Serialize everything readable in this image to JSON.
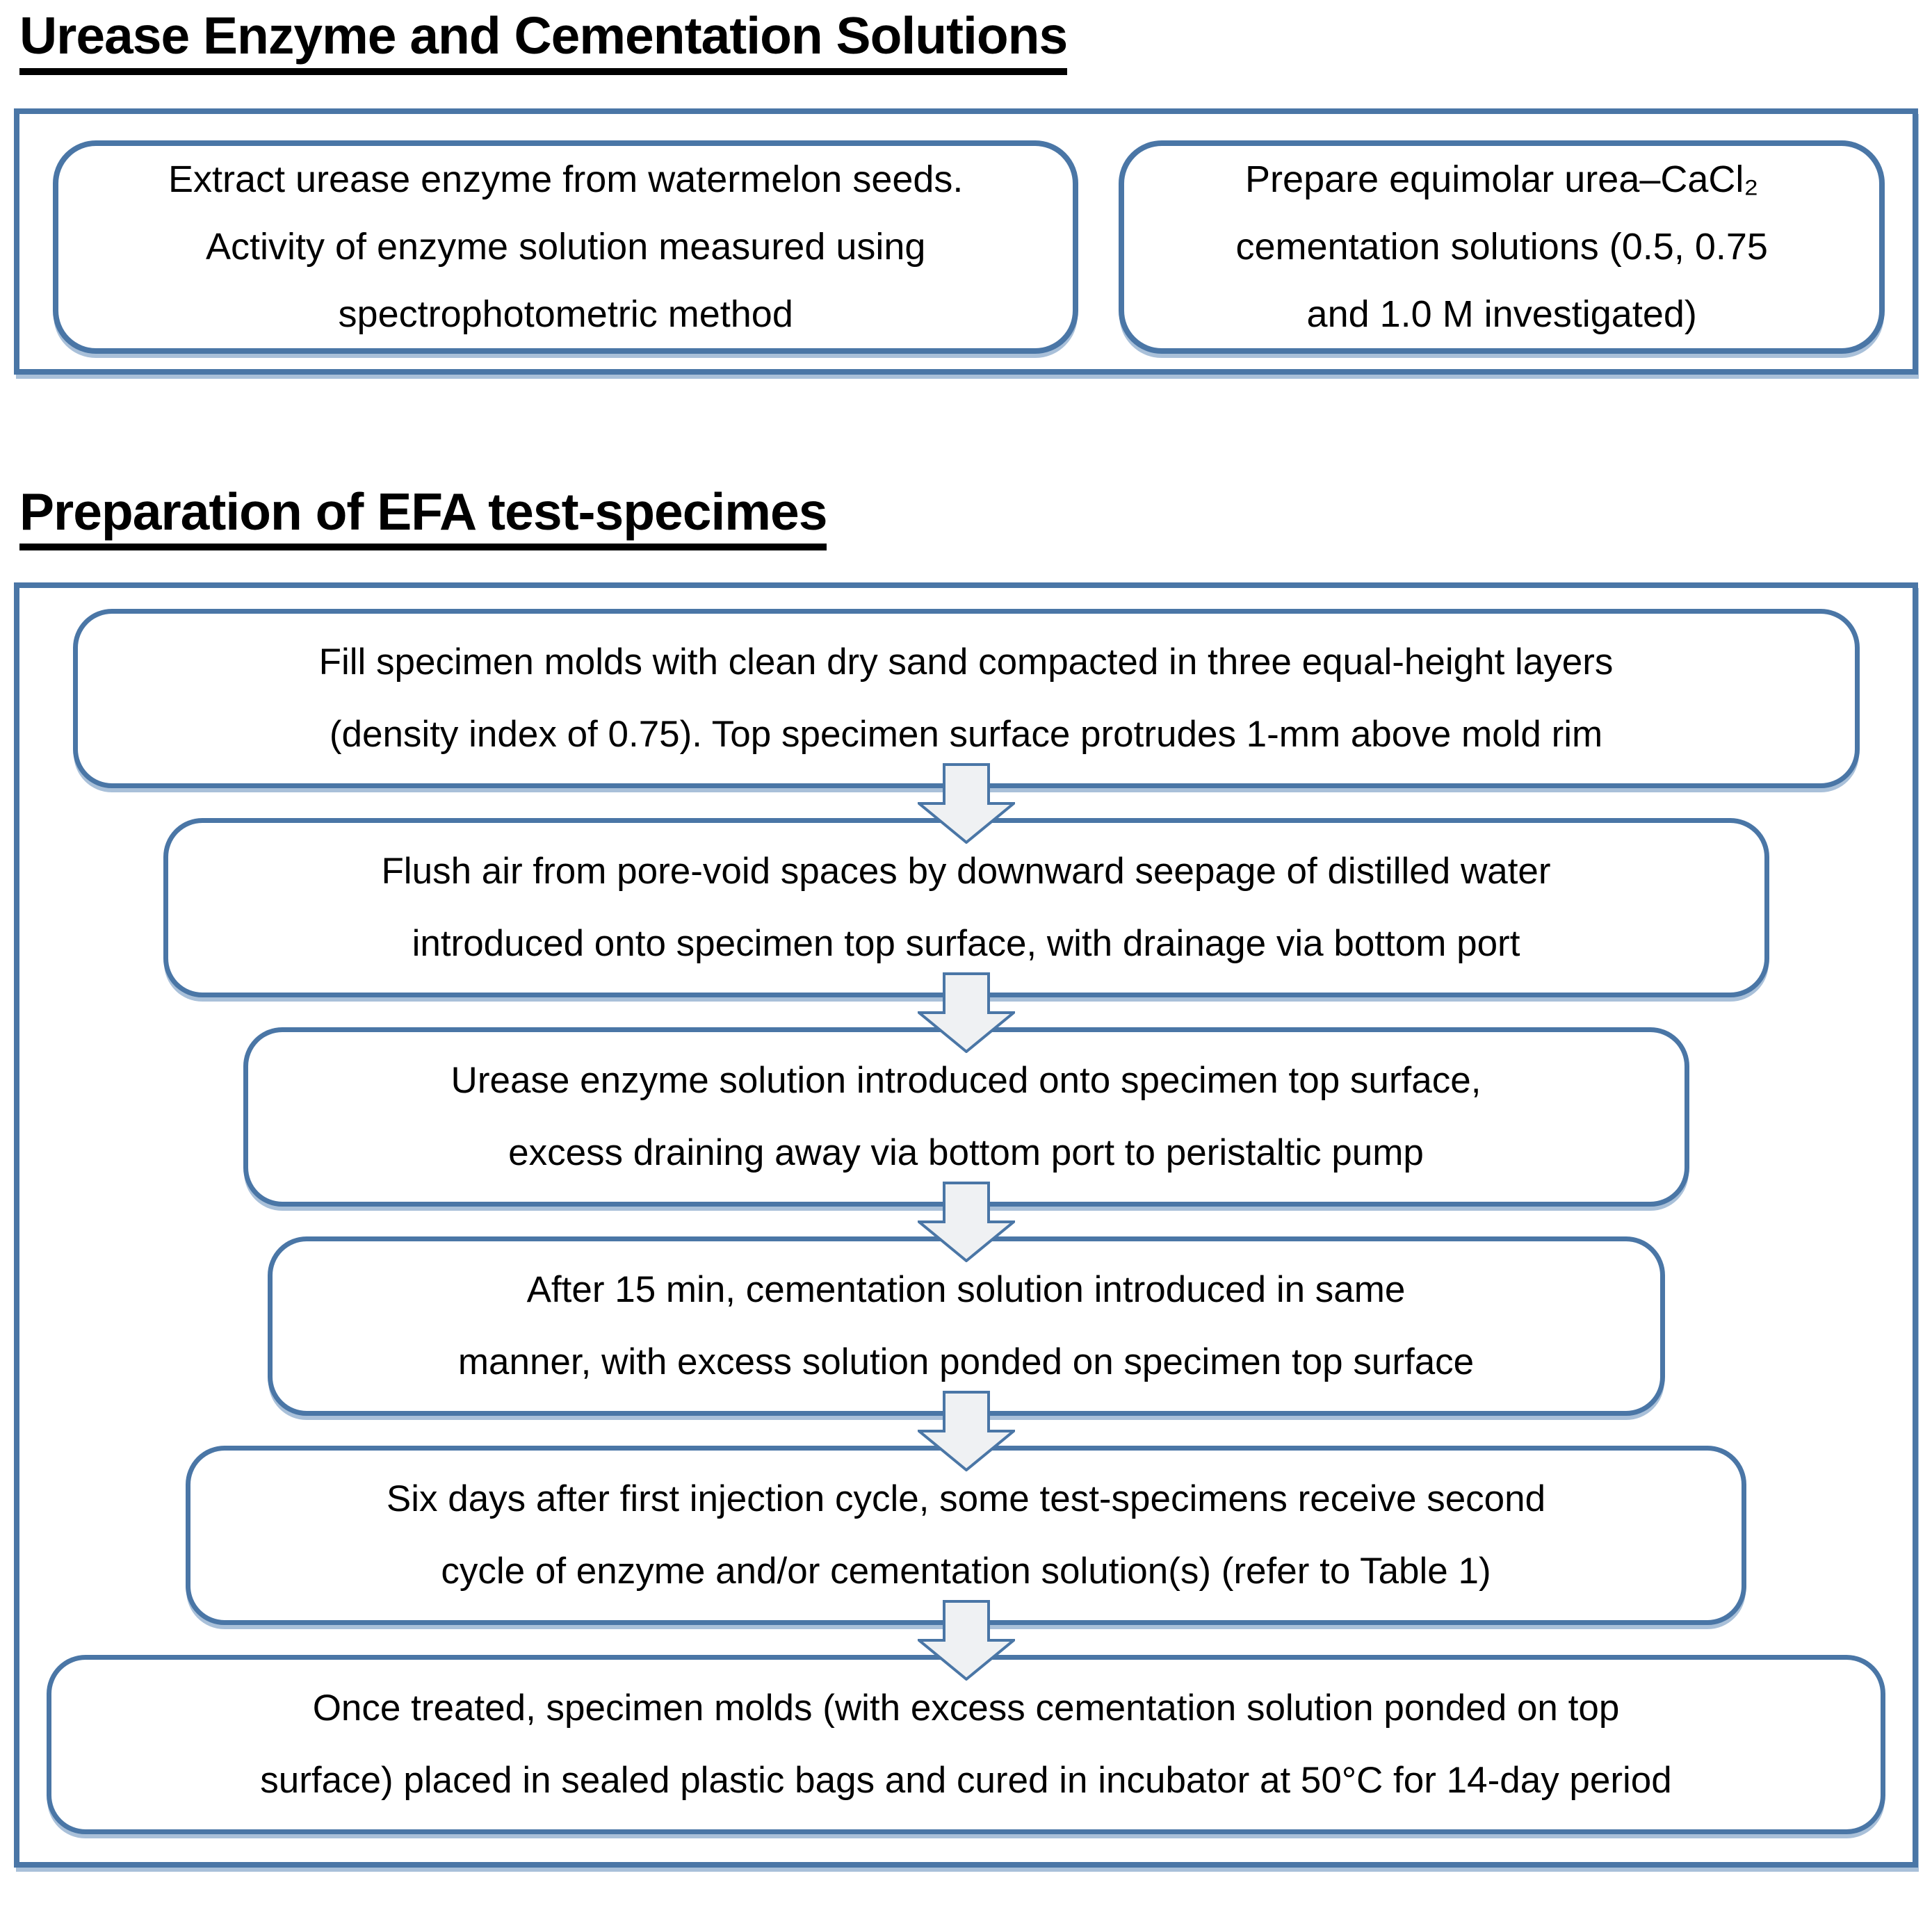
{
  "section1": {
    "title": "Urease Enzyme and Cementation Solutions",
    "boxes": [
      {
        "name": "enzyme-extraction",
        "lines": [
          "Extract urease enzyme from watermelon seeds.",
          "Activity of enzyme solution measured using",
          "spectrophotometric method"
        ]
      },
      {
        "name": "cementation-solutions",
        "lines": [
          "Prepare equimolar urea–CaCl₂",
          "cementation solutions (0.5, 0.75",
          "and 1.0 M investigated)"
        ]
      }
    ]
  },
  "section2": {
    "title": "Preparation of EFA test-specimes",
    "steps": [
      {
        "name": "fill-specimen-molds",
        "lines": [
          "Fill specimen molds with clean dry sand compacted in three equal-height layers",
          "(density index of 0.75). Top specimen surface protrudes 1-mm above mold rim"
        ]
      },
      {
        "name": "flush-air",
        "lines": [
          "Flush air from pore-void spaces by downward seepage of distilled water",
          "introduced onto specimen top surface, with drainage via bottom port"
        ]
      },
      {
        "name": "urease-enzyme-introduced",
        "lines": [
          "Urease enzyme solution introduced onto specimen top surface,",
          "excess draining away via bottom port to peristaltic pump"
        ]
      },
      {
        "name": "cementation-solution-introduced",
        "lines": [
          "After 15 min, cementation solution introduced in same",
          "manner, with excess solution ponded on specimen top surface"
        ]
      },
      {
        "name": "second-cycle",
        "lines": [
          "Six days after first injection cycle, some test-specimens receive second",
          "cycle of enzyme and/or cementation solution(s) (refer to Table 1)"
        ]
      },
      {
        "name": "curing",
        "lines": [
          "Once treated, specimen molds (with excess cementation solution ponded on top",
          "surface) placed in sealed plastic bags and cured in incubator at 50°C for 14-day period"
        ]
      }
    ]
  },
  "colors": {
    "border_blue": "#4a76a6",
    "arrow_fill": "#eff1f3",
    "shadow_blue": "#a9c0d9",
    "text": "#000000"
  }
}
